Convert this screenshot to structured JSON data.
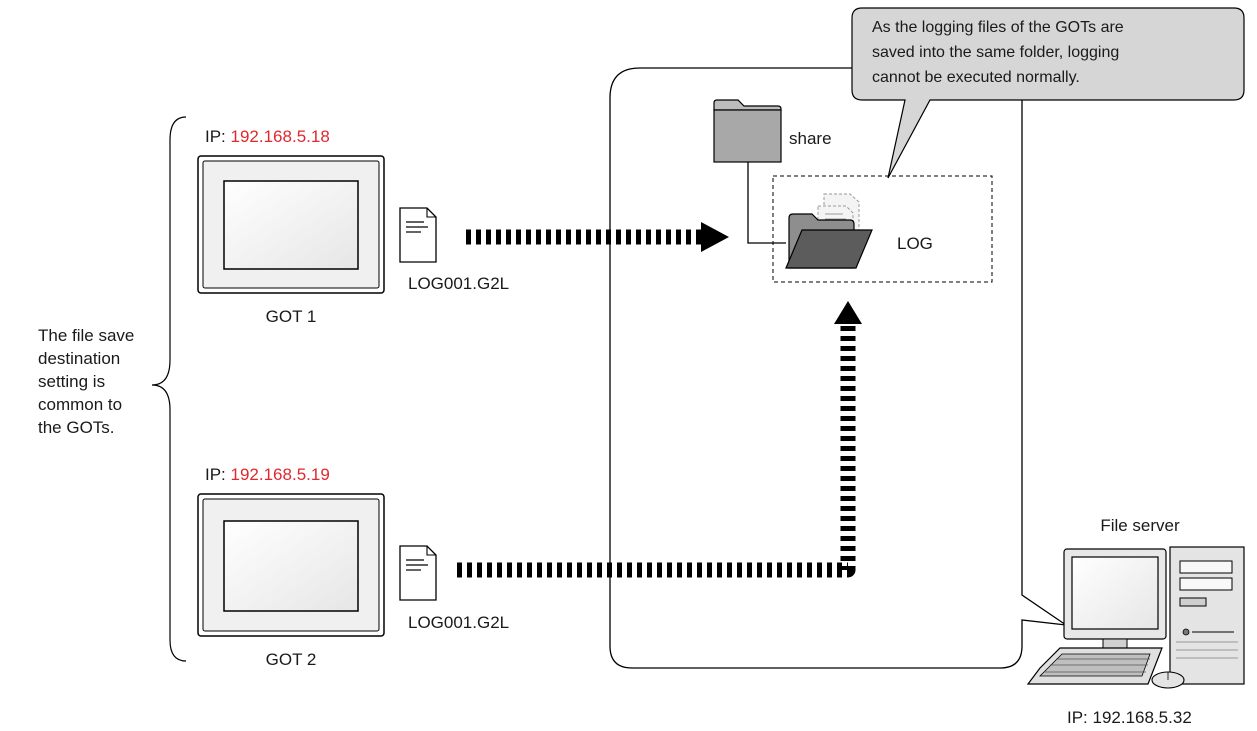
{
  "callout": {
    "lines": [
      "As the logging files of the GOTs are",
      "saved into the same folder, logging",
      "cannot be executed normally."
    ]
  },
  "brace_note": {
    "lines": [
      "The file save",
      "destination",
      "setting is",
      "common to",
      "the GOTs."
    ]
  },
  "got1": {
    "ip_prefix": "IP: ",
    "ip": "192.168.5.18",
    "label": "GOT 1",
    "file": "LOG001.G2L"
  },
  "got2": {
    "ip_prefix": "IP: ",
    "ip": "192.168.5.19",
    "label": "GOT 2",
    "file": "LOG001.G2L"
  },
  "server": {
    "label": "File server",
    "ip": "IP: 192.168.5.32",
    "share_folder": "share",
    "log_folder": "LOG"
  },
  "colors": {
    "ip_highlight": "#e0282e",
    "callout_fill": "#d6d6d6",
    "folder_gray": "#a8a8a8",
    "folder_dark": "#5c5c5c",
    "arrow": "#000000"
  },
  "icons": [
    "document-icon",
    "folder-icon",
    "open-folder-icon",
    "monitor-icon",
    "computer-icon"
  ]
}
